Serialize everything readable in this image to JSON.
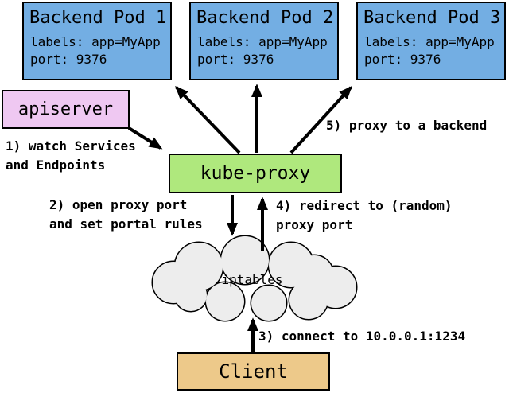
{
  "pods": [
    {
      "title": "Backend Pod 1",
      "labels_line": "labels: app=MyApp",
      "port_line": "port: 9376"
    },
    {
      "title": "Backend Pod 2",
      "labels_line": "labels: app=MyApp",
      "port_line": "port: 9376"
    },
    {
      "title": "Backend Pod 3",
      "labels_line": "labels: app=MyApp",
      "port_line": "port: 9376"
    }
  ],
  "nodes": {
    "apiserver_label": "apiserver",
    "kube_proxy_label": "kube-proxy",
    "iptables_label": "iptables",
    "client_label": "Client"
  },
  "steps": {
    "step1": "1) watch Services\nand Endpoints",
    "step2": "2) open proxy port\nand set portal rules",
    "step3": "3) connect to 10.0.0.1:1234",
    "step4": "4) redirect to (random)\nproxy port",
    "step5": "5) proxy to a backend"
  },
  "colors": {
    "pod_fill": "#73AEE3",
    "apiserver_fill": "#EFC8F2",
    "kube_proxy_fill": "#AFE87D",
    "iptables_fill": "#EDEDED",
    "client_fill": "#EDC98A",
    "border": "#000000",
    "background": "#FFFFFF"
  }
}
